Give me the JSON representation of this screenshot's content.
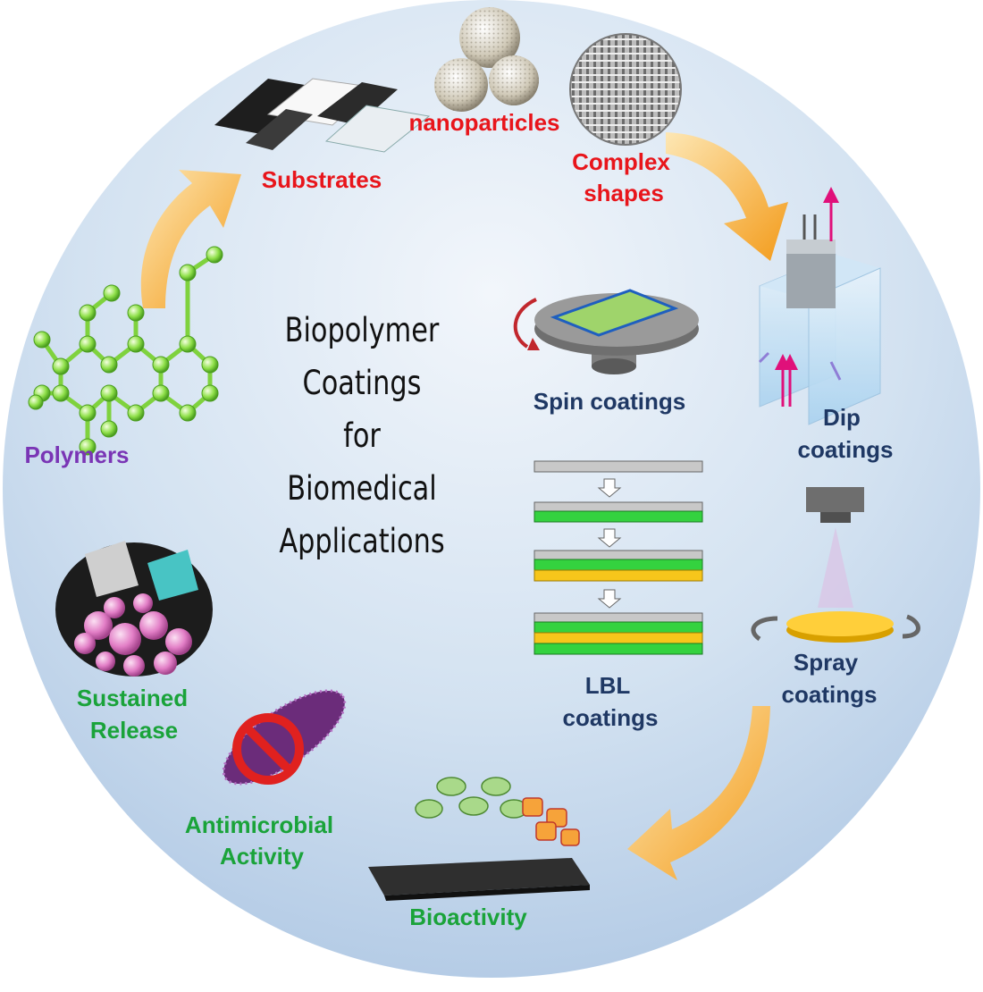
{
  "title": {
    "lines": [
      "Biopolymer",
      "Coatings",
      "for",
      "Biomedical",
      "Applications"
    ]
  },
  "labels": {
    "substrates": "Substrates",
    "nanoparticles": "nanoparticles",
    "complex_line1": "Complex",
    "complex_line2": "shapes",
    "polymers": "Polymers",
    "spin": "Spin coatings",
    "dip_line1": "Dip",
    "dip_line2": "coatings",
    "lbl_line1": "LBL",
    "lbl_line2": "coatings",
    "spray_line1": "Spray",
    "spray_line2": "coatings",
    "sustained_line1": "Sustained",
    "sustained_line2": "Release",
    "antimicrobial_line1": "Antimicrobial",
    "antimicrobial_line2": "Activity",
    "bioactivity": "Bioactivity"
  },
  "colors": {
    "substrate_group": "#e8151b",
    "polymer": "#7a35b5",
    "coating_methods": "#1f3864",
    "applications": "#1aa33a",
    "arrow": "#f5a623",
    "background_top": "#eef3f9",
    "background_bottom": "#b9d0e8"
  },
  "icons": [
    "polymer-molecule-icon",
    "substrate-slides-icon",
    "nanoparticles-icon",
    "complex-mesh-icon",
    "spin-coater-icon",
    "dip-coater-icon",
    "lbl-stack-icon",
    "spray-nozzle-icon",
    "drug-capsule-icon",
    "bacteria-prohibited-icon",
    "cells-on-surface-icon",
    "curved-arrow-icon"
  ]
}
